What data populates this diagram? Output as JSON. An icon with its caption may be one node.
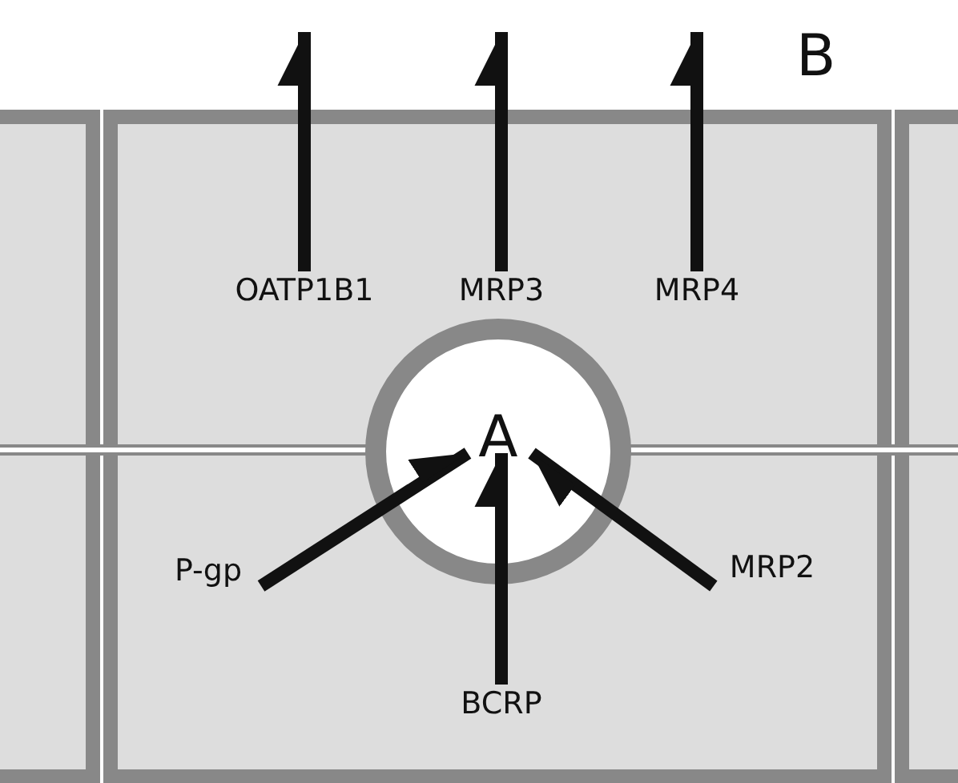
{
  "diagram": {
    "nodes": [
      {
        "text": [
          "A"
        ]
      },
      {
        "text": [
          "OATP1B1"
        ]
      },
      {
        "text": [
          "MRP3"
        ]
      },
      {
        "text": [
          "MRP4"
        ]
      },
      {
        "text": [
          "P-gp"
        ]
      },
      {
        "text": [
          "BCRP"
        ]
      },
      {
        "text": [
          "MRP2"
        ]
      }
    ],
    "edges": [
      {
        "from": 1,
        "to": null,
        "arrow": "to"
      },
      {
        "from": 2,
        "to": null,
        "arrow": "to"
      },
      {
        "from": 3,
        "to": null,
        "arrow": "to"
      },
      {
        "from": 4,
        "to": 0,
        "arrow": "to"
      },
      {
        "from": 5,
        "to": 0,
        "arrow": "to"
      },
      {
        "from": 6,
        "to": 0,
        "arrow": "to"
      }
    ],
    "labels": [
      "B"
    ]
  }
}
